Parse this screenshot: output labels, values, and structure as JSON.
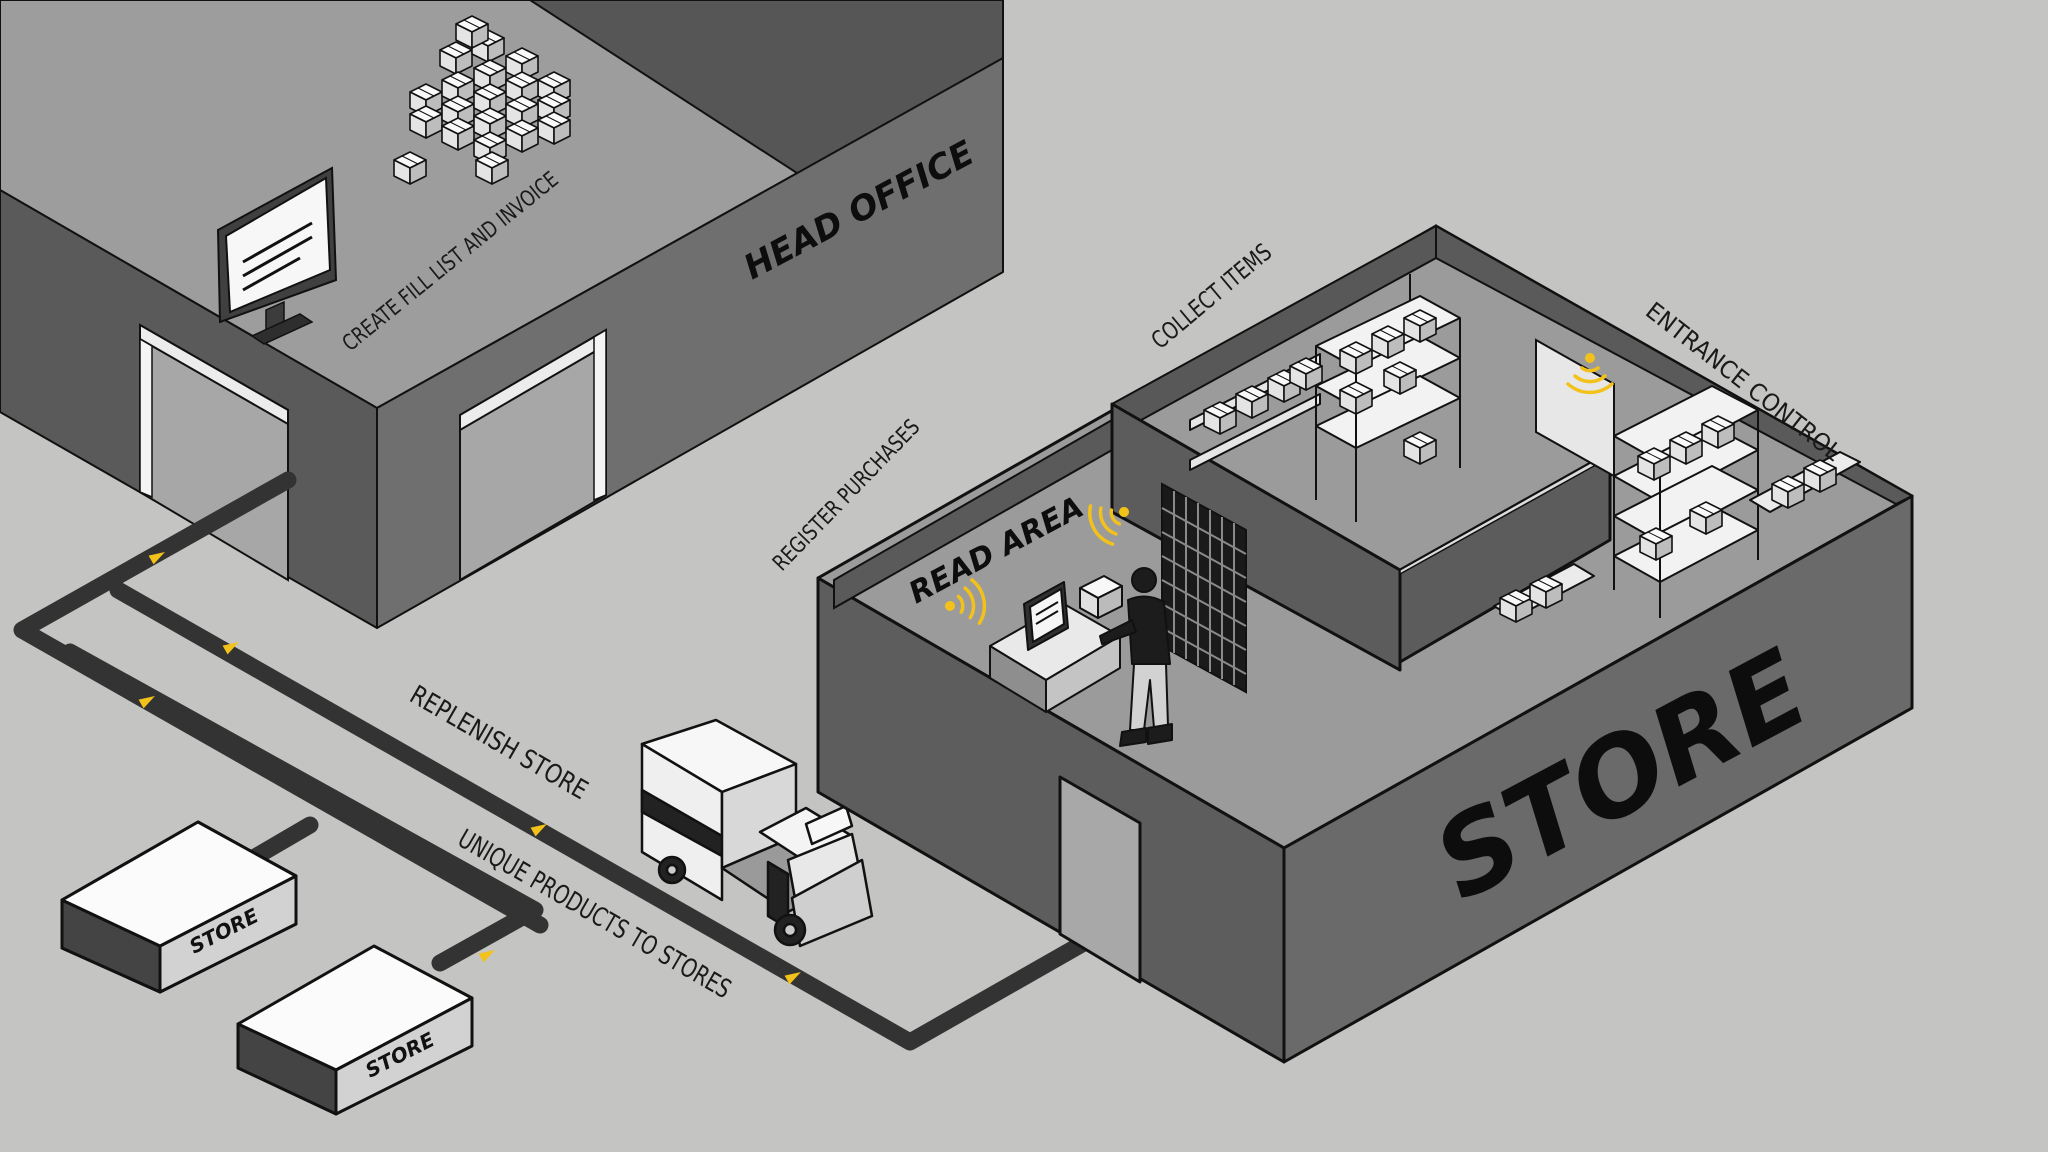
{
  "labels": {
    "head_office": "HEAD OFFICE",
    "create_fill_list": "CREATE FILL LIST AND INVOICE",
    "collect_items": "COLLECT ITEMS",
    "entrance_control": "ENTRANCE CONTROL",
    "register_purchases": "REGISTER PURCHASES",
    "read_area": "READ AREA",
    "store_main": "STORE",
    "replenish_store": "REPLENISH STORE",
    "unique_products": "UNIQUE PRODUCTS TO STORES",
    "store_small_1": "STORE",
    "store_small_2": "STORE"
  },
  "colors": {
    "background": "#c4c4c2",
    "wall_dark": "#5e5e5e",
    "wall_mid": "#6e6e6e",
    "roof": "#9e9e9e",
    "floor": "#a3a3a3",
    "path": "#333333",
    "rfid_accent": "#f2c21a",
    "box_white": "#f7f7f7"
  },
  "icons": {
    "rfid_signal": "rfid-signal-icon",
    "path_arrow": "path-arrow-icon",
    "monitor": "monitor-icon",
    "box": "box-icon"
  }
}
